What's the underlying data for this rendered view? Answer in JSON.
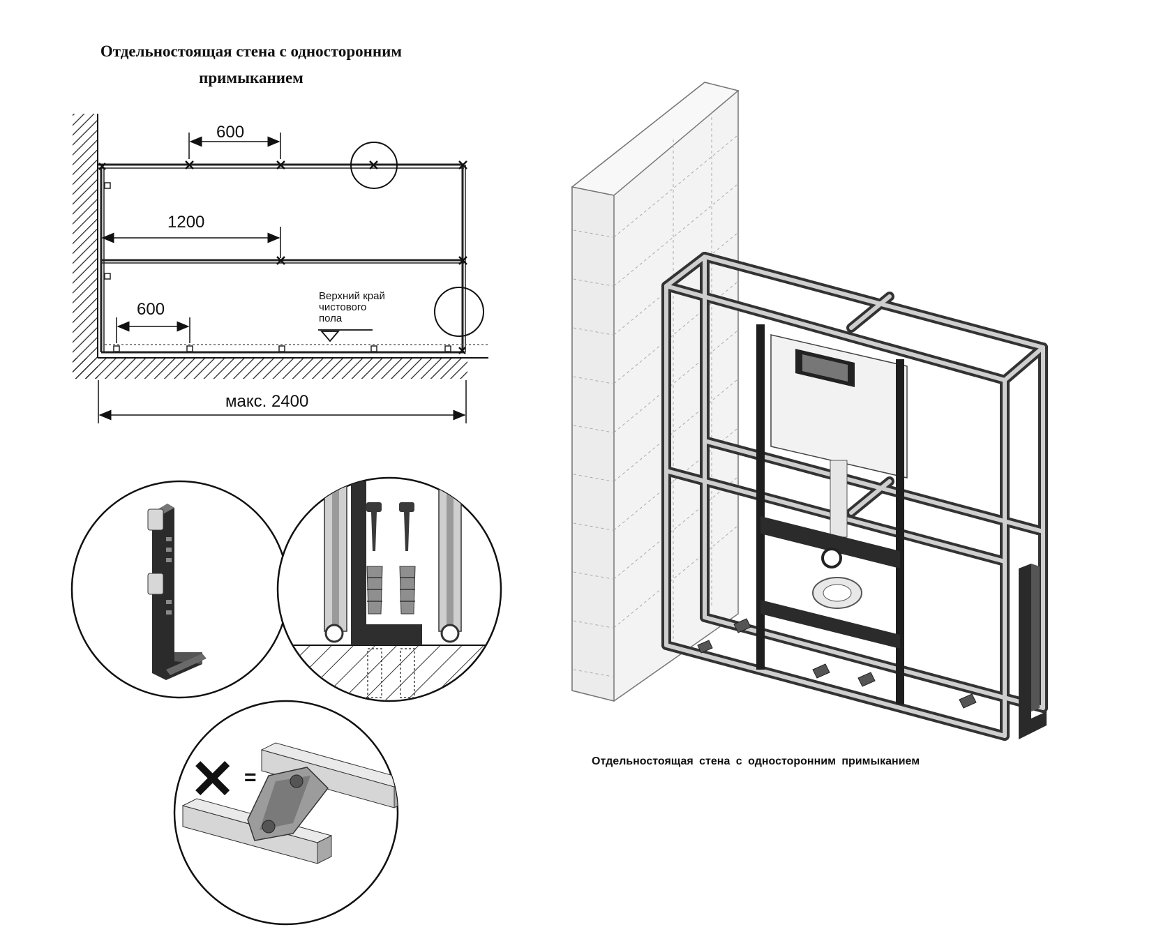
{
  "plan": {
    "title_line1": "Отдельностоящая стена с односторонним",
    "title_line2": "примыканием",
    "dim_top_spacing": "600",
    "dim_middle_spacing": "1200",
    "dim_bottom_spacing": "600",
    "floor_note_line1": "Верхний край",
    "floor_note_line2": "чистового",
    "floor_note_line3": "пола",
    "dim_max_length": "макс. 2400"
  },
  "details": {
    "wrong_mark": "✕",
    "equals": "="
  },
  "isometric": {
    "caption": "Отдельностоящая стена с односторонним примыканием"
  }
}
